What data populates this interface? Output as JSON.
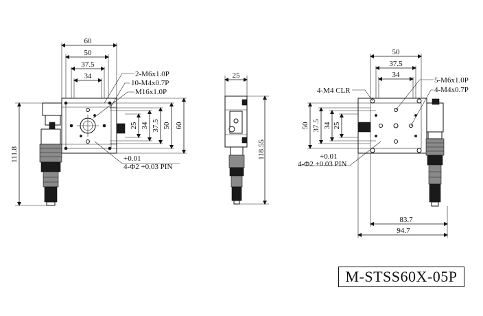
{
  "drawing": {
    "model": "M-STSS60X-05P",
    "front_view": {
      "dims_top": [
        "60",
        "50",
        "37.5",
        "34"
      ],
      "dims_right": [
        "25",
        "34",
        "37.5",
        "50",
        "60"
      ],
      "dim_left": "111.8",
      "callouts": [
        "2-M6x1.0P",
        "10-M4x0.7P",
        "M16x1.0P"
      ],
      "pin_tol": "+0.01",
      "pin_label": "4-Φ2 +0.03 PIN"
    },
    "side_view": {
      "dim_top": "25",
      "dim_right": "118.55"
    },
    "top_view": {
      "dims_top": [
        "50",
        "37.5",
        "34"
      ],
      "dims_left": [
        "50",
        "37.5",
        "34",
        "25"
      ],
      "dims_bottom": [
        "83.7",
        "94.7"
      ],
      "callouts_left": [
        "4-M4 CLR"
      ],
      "callouts_right": [
        "5-M6x1.0P",
        "4-M4x0.7P"
      ],
      "pin_tol": "+0.01",
      "pin_label": "4-Φ2 +0.03 PIN"
    }
  }
}
